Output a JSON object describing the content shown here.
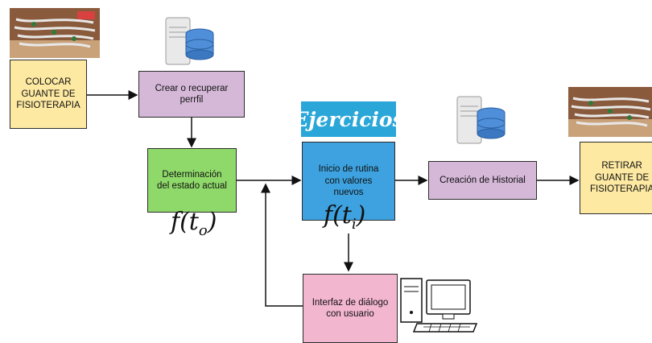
{
  "boxes": {
    "colocar": "COLOCAR\nGUANTE DE\nFISIOTERAPIA",
    "crear": "Crear o recuperar\nperrfil",
    "determinacion": "Determinación\ndel estado actual",
    "inicio": "Inicio de rutina\ncon valores\nnuevos",
    "creacion": "Creación de Historial",
    "retirar": "RETIRAR\nGUANTE DE\nFISIOTERAPIA",
    "interfaz": "Interfaz de diálogo\ncon usuario"
  },
  "banner": "Ejercicios",
  "formulas": {
    "f_to": "f(t",
    "f_to_sub": "o",
    "f_ti": "f(t",
    "f_ti_sub": "i"
  },
  "colors": {
    "yellow": "#fde9a2",
    "purple": "#d5b8d8",
    "green": "#8fd96a",
    "blue": "#3da2df",
    "pink": "#f3b6cf",
    "banner": "#2aa7d8"
  },
  "icons": [
    "glove-photo",
    "database-server-icon",
    "computer-icon"
  ]
}
